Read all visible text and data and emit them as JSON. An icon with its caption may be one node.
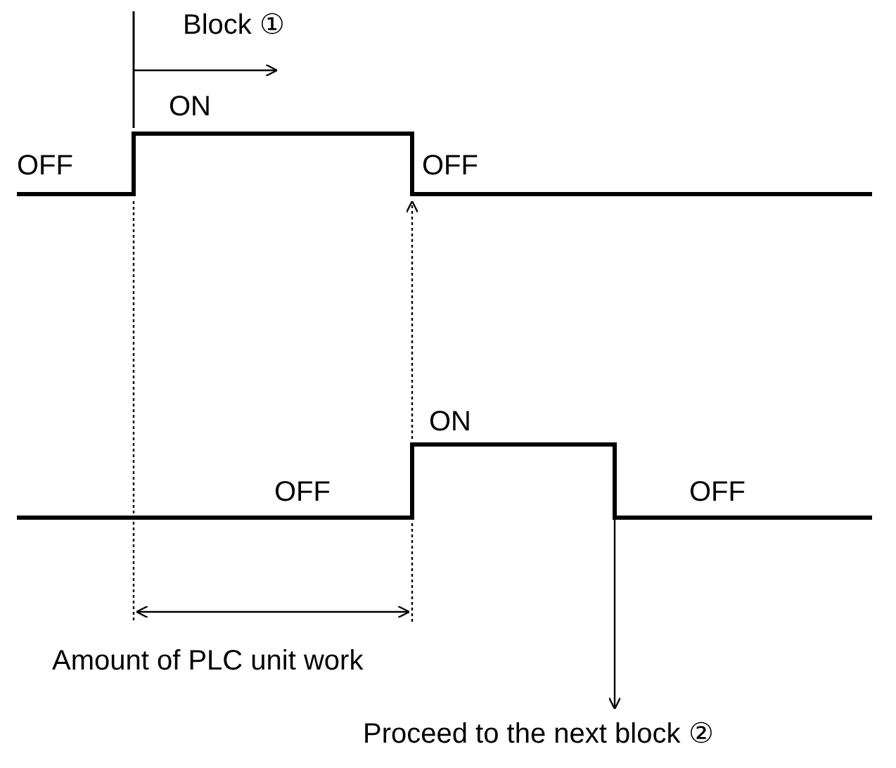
{
  "diagram": {
    "nodes": [
      {
        "text": [
          "Amount of PLC unit work"
        ]
      },
      {
        "text": [
          "Proceed to the next block ②"
        ]
      }
    ],
    "edges": [
      {
        "from": null,
        "to": 1,
        "arrow": "to"
      }
    ],
    "labels": [
      "Block ①",
      "ON",
      "OFF",
      "OFF",
      "ON",
      "OFF",
      "OFF"
    ]
  }
}
